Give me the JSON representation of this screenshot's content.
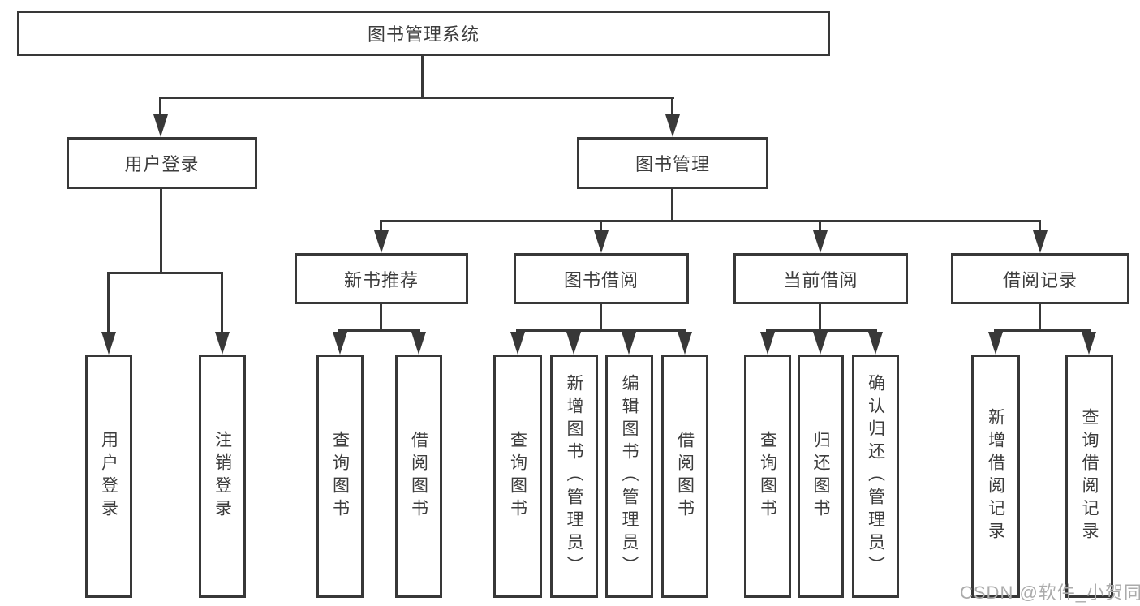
{
  "diagram": {
    "type": "hierarchy-tree",
    "orientation": "top-down",
    "levels": 4
  },
  "colors": {
    "line": "#383838",
    "text": "#3d3d3d",
    "watermark": "#ababab",
    "bg": "#ffffff"
  },
  "tree": {
    "label": "图书管理系统",
    "children": [
      {
        "label": "用户登录",
        "children": [
          {
            "label": "用户登录"
          },
          {
            "label": "注销登录"
          }
        ]
      },
      {
        "label": "图书管理",
        "children": [
          {
            "label": "新书推荐",
            "children": [
              {
                "label": "查询图书"
              },
              {
                "label": "借阅图书"
              }
            ]
          },
          {
            "label": "图书借阅",
            "children": [
              {
                "label": "查询图书"
              },
              {
                "label": "新增图书（管理员）"
              },
              {
                "label": "编辑图书（管理员）"
              },
              {
                "label": "借阅图书"
              }
            ]
          },
          {
            "label": "当前借阅",
            "children": [
              {
                "label": "查询图书"
              },
              {
                "label": "归还图书"
              },
              {
                "label": "确认归还（管理员）"
              }
            ]
          },
          {
            "label": "借阅记录",
            "children": [
              {
                "label": "新增借阅记录"
              },
              {
                "label": "查询借阅记录"
              }
            ]
          }
        ]
      }
    ]
  },
  "watermark": "CSDN @软件_小贺同学"
}
